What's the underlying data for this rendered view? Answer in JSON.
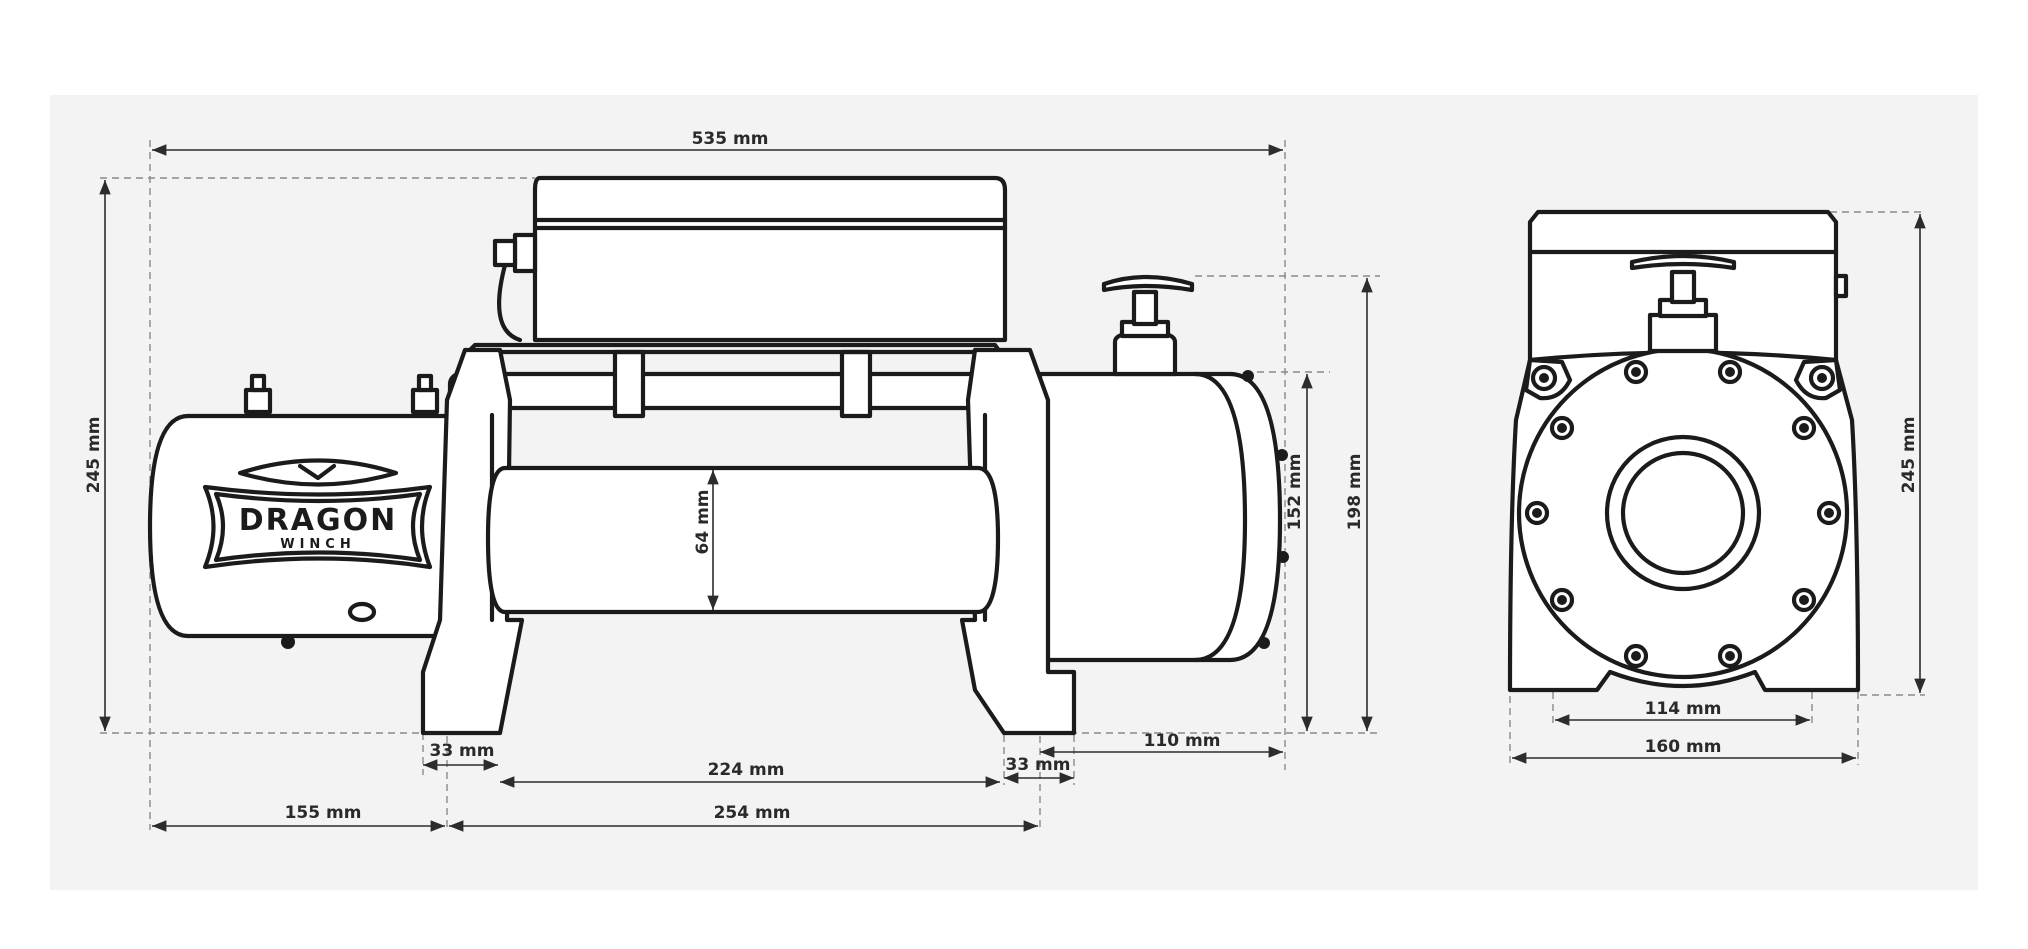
{
  "brand": {
    "name": "DRAGON",
    "sub": "WINCH"
  },
  "side_view": {
    "overall_length": "535 mm",
    "overall_height": "245 mm",
    "drum_diameter": "64 mm",
    "end_height_152": "152 mm",
    "end_height_198": "198 mm",
    "foot_left": "33 mm",
    "foot_right": "33 mm",
    "drum_length": "224 mm",
    "end_offset": "110 mm",
    "motor_length": "155 mm",
    "mount_spacing": "254 mm"
  },
  "front_view": {
    "height": "245 mm",
    "bolt_spacing": "114 mm",
    "base_width": "160 mm"
  }
}
